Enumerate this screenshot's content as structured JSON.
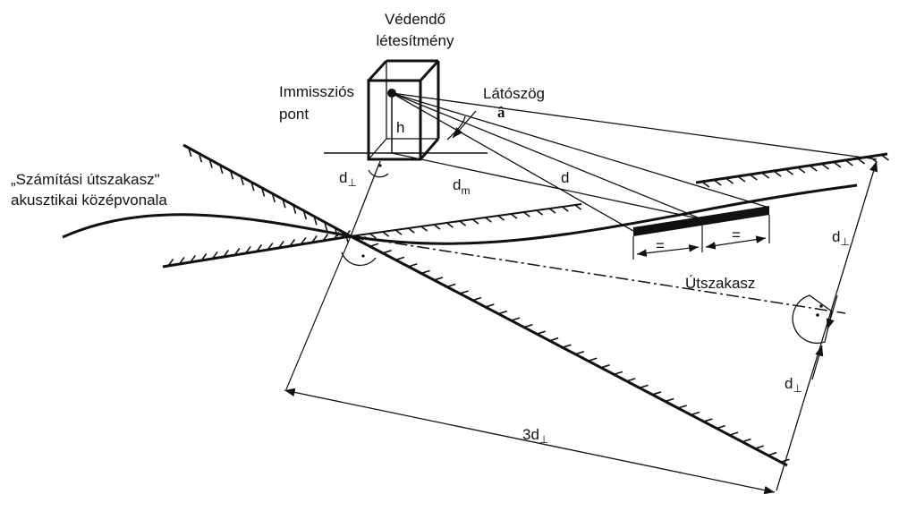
{
  "diagram": {
    "labels": {
      "protected_facility_line1": "Védendő",
      "protected_facility_line2": "létesítmény",
      "immission_point_line1": "Immissziós",
      "immission_point_line2": "pont",
      "viewing_angle": "Látószög",
      "angle_symbol": "â",
      "height": "h",
      "calc_section_line1": "„Számítási útszakasz\"",
      "calc_section_line2": "akusztikai középvonala",
      "distance_perp": "d",
      "distance_m": "d",
      "distance_m_sub": "m",
      "distance_d": "d",
      "road_section": "Útszakasz",
      "equal_1": "=",
      "equal_2": "=",
      "perp_symbol": "⊥",
      "dist_3d_prefix": "3d"
    }
  }
}
